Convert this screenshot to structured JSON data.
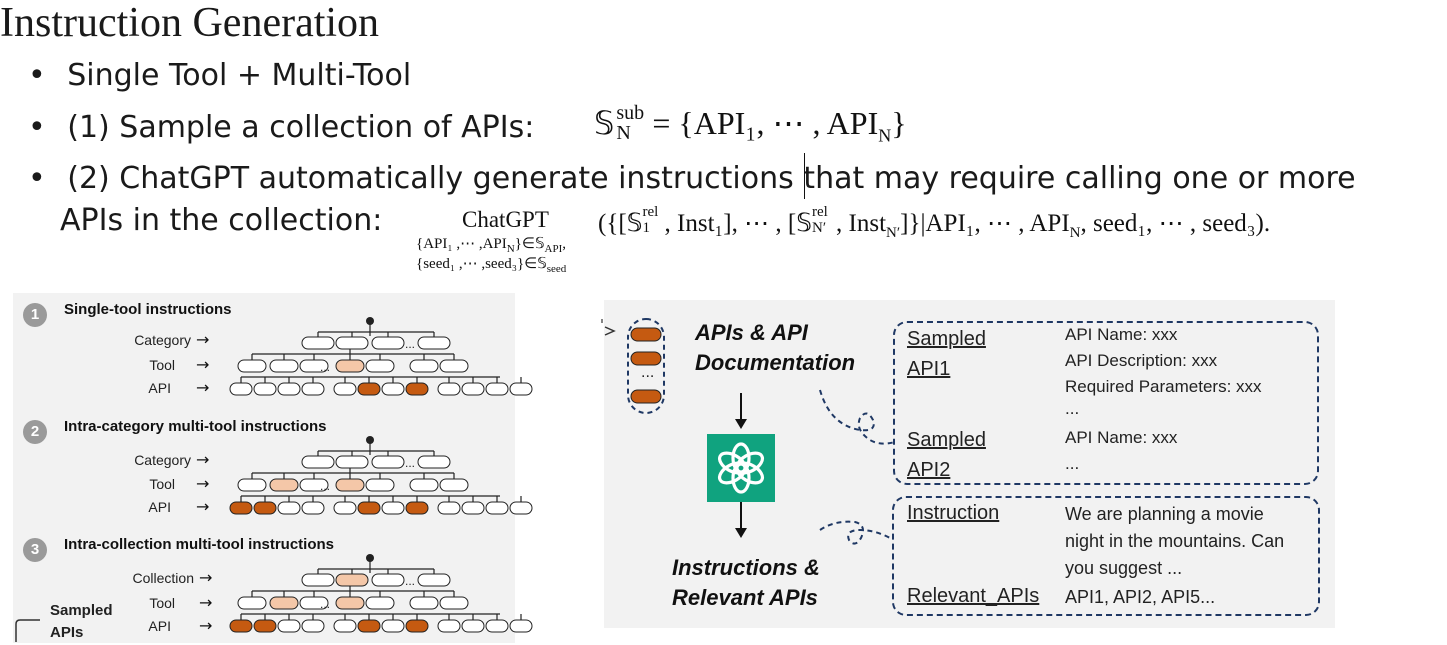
{
  "title": "Instruction Generation",
  "bullets": [
    {
      "text": "Single Tool + Multi-Tool"
    },
    {
      "text": "(1) Sample a collection of APIs:"
    },
    {
      "text": "(2) ChatGPT automatically generate instructions that may require calling one or more"
    },
    {
      "text": "APIs in the collection:"
    }
  ],
  "math": {
    "eq1_lhs": "𝕊",
    "eq1_sup": "sub",
    "eq1_sub": "N",
    "eq1_rhs": "= {API₁, ⋯ , API",
    "eq1_rhs_sub": "N",
    "eq1_close": "}",
    "chatgpt_word": "ChatGPT",
    "chatgpt_sub1": "{API₁ ,⋯ ,API",
    "chatgpt_sub1b": "N",
    "chatgpt_sub1c": "}∈𝕊",
    "chatgpt_sub1d": "API",
    "chatgpt_sub1e": ",",
    "chatgpt_sub2": "{seed₁ ,⋯ ,seed₃}∈𝕊",
    "chatgpt_sub2b": "seed",
    "eq2": "({[𝕊",
    "eq2_sup1": "rel",
    "eq2_sub1": "1",
    "eq2_a": ", Inst₁], ⋯ , [𝕊",
    "eq2_sup2": "rel",
    "eq2_sub2": "N′",
    "eq2_b": ", Inst",
    "eq2_sub3": "N′",
    "eq2_c": "]}|API₁, ⋯ , API",
    "eq2_sub4": "N",
    "eq2_d": ", seed₁, ⋯ , seed₃)."
  },
  "left_panel": {
    "steps": [
      {
        "num": "1",
        "title": "Single-tool instructions",
        "labels": [
          "Category",
          "Tool",
          "API"
        ]
      },
      {
        "num": "2",
        "title": "Intra-category multi-tool instructions",
        "labels": [
          "Category",
          "Tool",
          "API"
        ]
      },
      {
        "num": "3",
        "title": "Intra-collection multi-tool instructions",
        "labels": [
          "Collection",
          "Tool",
          "API"
        ]
      }
    ],
    "arrow": "→",
    "ellipsis": "...",
    "sampled_apis": [
      "Sampled",
      "APIs"
    ]
  },
  "right_panel": {
    "heading": [
      "APIs & API",
      "Documentation"
    ],
    "output": [
      "Instructions &",
      "Relevant APIs"
    ],
    "stack_ellipsis": "...",
    "box1": {
      "key1": [
        "Sampled",
        "API1"
      ],
      "vals1": [
        "API Name: xxx",
        "API Description: xxx",
        "Required Parameters: xxx",
        "..."
      ],
      "key2": [
        "Sampled",
        "API2"
      ],
      "vals2": [
        "API Name: xxx",
        "..."
      ]
    },
    "box2": {
      "key1": "Instruction",
      "vals1": [
        "We are planning a movie",
        "night in the mountains. Can",
        "you suggest ..."
      ],
      "key2": "Relevant_APIs",
      "vals2": "API1, API2, API5..."
    }
  },
  "colors": {
    "accent_orange": "#c55a11",
    "light_orange": "#f4c7a8",
    "chatgpt_green": "#10a37f",
    "dash_blue": "#1f3864",
    "panel_bg": "#f2f2f2"
  }
}
